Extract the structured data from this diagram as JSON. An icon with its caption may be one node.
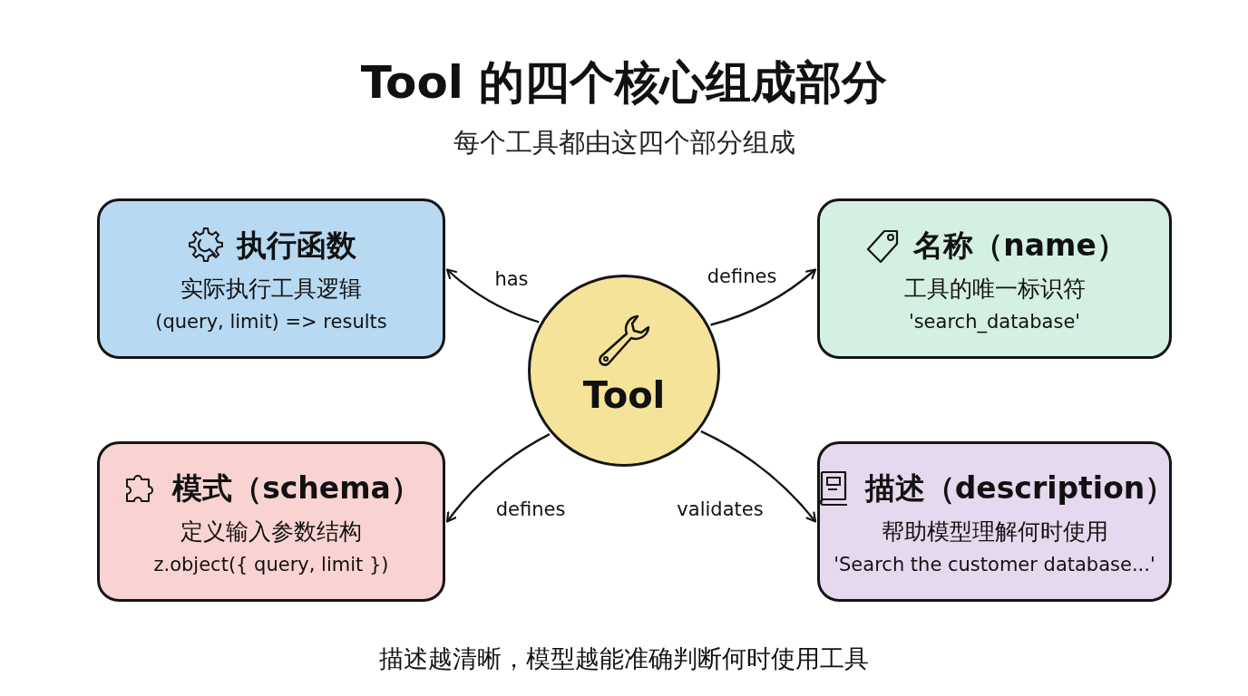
{
  "diagram": {
    "title": "Tool 的四个核心组成部分",
    "caption": "描述越清晰，模型越能准确判断何时使用工具",
    "labels": [
      "每个工具都由这四个部分组成"
    ],
    "nodes": [
      {
        "text": [
          "执行函数",
          "实际执行工具逻辑",
          "(query, limit) => results"
        ]
      },
      {
        "text": [
          "名称（name）",
          "工具的唯一标识符",
          "'search_database'"
        ]
      },
      {
        "text": [
          "Tool"
        ]
      },
      {
        "text": [
          "模式（schema）",
          "定义输入参数结构",
          "z.object({ query, limit })"
        ]
      },
      {
        "text": [
          "描述（description）",
          "帮助模型理解何时使用",
          "'Search the customer database...'"
        ]
      }
    ],
    "edges": [
      {
        "from": 2,
        "to": 0,
        "arrow": "to",
        "label": "has"
      },
      {
        "from": 2,
        "to": 1,
        "arrow": "to",
        "label": "defines"
      },
      {
        "from": 2,
        "to": 3,
        "arrow": "to",
        "label": "defines"
      },
      {
        "from": 2,
        "to": 4,
        "arrow": "to",
        "label": "validates"
      }
    ]
  }
}
